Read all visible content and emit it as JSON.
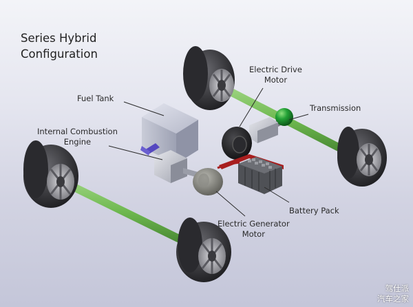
{
  "title": {
    "line1": "Series Hybrid",
    "line2": "Configuration"
  },
  "labels": {
    "fuel_tank": "Fuel Tank",
    "engine": {
      "line1": "Internal Combustion",
      "line2": "Engine"
    },
    "drive_motor": {
      "line1": "Electric Drive",
      "line2": "Motor"
    },
    "transmission": "Transmission",
    "battery_pack": "Battery Pack",
    "generator": {
      "line1": "Electric Generator",
      "line2": "Motor"
    }
  },
  "watermark": {
    "line1": "驾仕派",
    "line2": "汽车之家"
  },
  "colors": {
    "axle": "#6eb84f",
    "transmission_ball": "#1f8a2c",
    "tire": "#3a3a3e",
    "fuel_tank": "#b8bccb",
    "battery_cells": "#55575c",
    "battery_tray": "#a81e1e",
    "engine_accent": "#5548c0"
  }
}
